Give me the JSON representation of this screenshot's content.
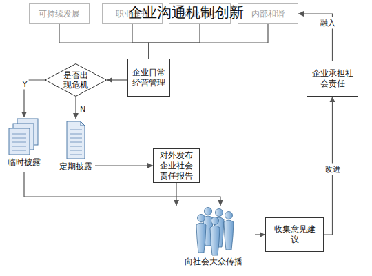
{
  "diagram": {
    "title": "企业沟通机制创新",
    "nodes": [
      {
        "text": [
          "可持续发展"
        ]
      },
      {
        "text": [
          "职业提升"
        ]
      },
      {
        "text": [
          "企业文化"
        ]
      },
      {
        "text": [
          "内部和谐"
        ]
      },
      {
        "text": [
          "企业日常经营管理"
        ]
      },
      {
        "text": [
          "是否出现危机"
        ]
      },
      {
        "text": [
          "临时披露"
        ]
      },
      {
        "text": [
          "定期披露"
        ]
      },
      {
        "text": [
          "对外发布企业社会责任报告"
        ]
      },
      {
        "text": [
          "向社会大众传播"
        ]
      },
      {
        "text": [
          "收集意见建议"
        ]
      },
      {
        "text": [
          "企业承担社会责任"
        ]
      }
    ],
    "edges": [
      {
        "from": 4,
        "to": 0,
        "arrow": "none"
      },
      {
        "from": 4,
        "to": 1,
        "arrow": "none"
      },
      {
        "from": 4,
        "to": 2,
        "arrow": "none"
      },
      {
        "from": 4,
        "to": 3,
        "arrow": "none"
      },
      {
        "from": 4,
        "to": 5,
        "arrow": "to"
      },
      {
        "from": 5,
        "to": 6,
        "label": "Y",
        "arrow": "to"
      },
      {
        "from": 5,
        "to": 7,
        "label": "N",
        "arrow": "to"
      },
      {
        "from": 7,
        "to": 8,
        "arrow": "to"
      },
      {
        "from": 6,
        "to": 9,
        "arrow": "to"
      },
      {
        "from": 8,
        "to": 9,
        "arrow": "to"
      },
      {
        "from": 9,
        "to": 10,
        "arrow": "to"
      },
      {
        "from": 10,
        "to": 11,
        "label": "改进",
        "arrow": "to"
      },
      {
        "from": 11,
        "to": 3,
        "label": "融入",
        "arrow": "to"
      }
    ]
  }
}
